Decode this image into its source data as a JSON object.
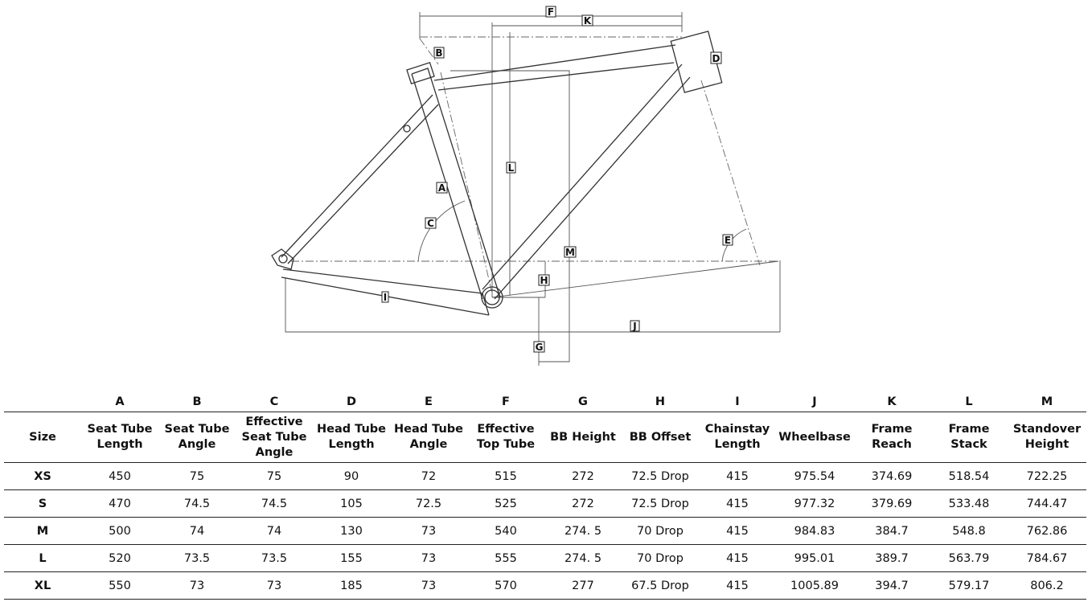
{
  "diagram": {
    "labels": [
      "F",
      "K",
      "B",
      "D",
      "L",
      "A",
      "C",
      "M",
      "E",
      "H",
      "I",
      "J",
      "G"
    ]
  },
  "table": {
    "letters": [
      "",
      "A",
      "B",
      "C",
      "D",
      "E",
      "F",
      "G",
      "H",
      "I",
      "J",
      "K",
      "L",
      "M"
    ],
    "names": [
      "Size",
      "Seat Tube Length",
      "Seat Tube Angle",
      "Effective Seat Tube Angle",
      "Head Tube Length",
      "Head Tube Angle",
      "Effective Top Tube",
      "BB Height",
      "BB Offset",
      "Chainstay Length",
      "Wheelbase",
      "Frame Reach",
      "Frame Stack",
      "Standover Height"
    ],
    "rows": [
      [
        "XS",
        "450",
        "75",
        "75",
        "90",
        "72",
        "515",
        "272",
        "72.5 Drop",
        "415",
        "975.54",
        "374.69",
        "518.54",
        "722.25"
      ],
      [
        "S",
        "470",
        "74.5",
        "74.5",
        "105",
        "72.5",
        "525",
        "272",
        "72.5 Drop",
        "415",
        "977.32",
        "379.69",
        "533.48",
        "744.47"
      ],
      [
        "M",
        "500",
        "74",
        "74",
        "130",
        "73",
        "540",
        "274. 5",
        "70 Drop",
        "415",
        "984.83",
        "384.7",
        "548.8",
        "762.86"
      ],
      [
        "L",
        "520",
        "73.5",
        "73.5",
        "155",
        "73",
        "555",
        "274. 5",
        "70 Drop",
        "415",
        "995.01",
        "389.7",
        "563.79",
        "784.67"
      ],
      [
        "XL",
        "550",
        "73",
        "73",
        "185",
        "73",
        "570",
        "277",
        "67.5 Drop",
        "415",
        "1005.89",
        "394.7",
        "579.17",
        "806.2"
      ]
    ]
  }
}
